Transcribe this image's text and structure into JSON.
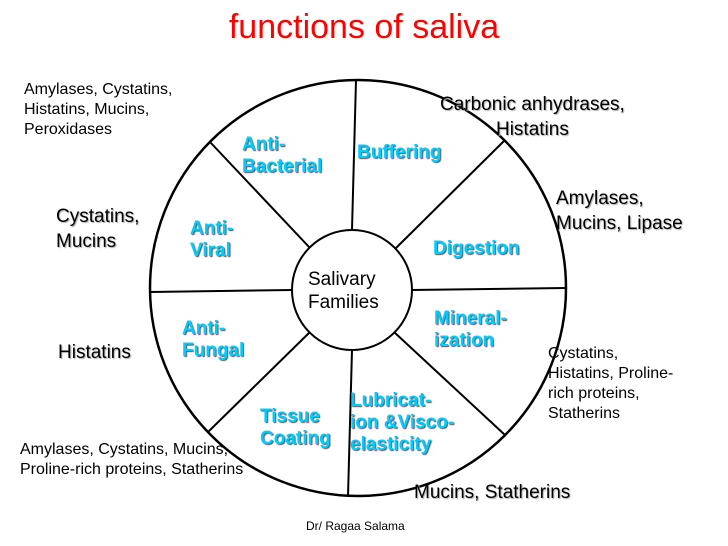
{
  "title": "functions of saliva",
  "colors": {
    "title": "#ff0000",
    "segment_text": "#00ccff",
    "wheel_line": "#000000"
  },
  "center": {
    "line1": "Salivary",
    "line2": "Families"
  },
  "segments": [
    {
      "line1": "Anti-",
      "line2": "Bacterial"
    },
    {
      "line1": "Buffering",
      "line2": ""
    },
    {
      "line1": "Anti-",
      "line2": "Viral"
    },
    {
      "line1": "Digestion",
      "line2": ""
    },
    {
      "line1": "Anti-",
      "line2": "Fungal"
    },
    {
      "line1": "Mineral-",
      "line2": "ization"
    },
    {
      "line1": "Tissue",
      "line2": "Coating"
    },
    {
      "line1": "Lubricat-",
      "line2": "ion &Visco-",
      "line3": "elasticity"
    }
  ],
  "families": [
    {
      "lines": [
        "Amylases, Cystatins,",
        "Histatins, Mucins,",
        "Peroxidases"
      ]
    },
    {
      "lines": [
        "Carbonic anhydrases,",
        "Histatins"
      ]
    },
    {
      "lines": [
        "Amylases,",
        "Mucins, Lipase"
      ]
    },
    {
      "lines": [
        "Cystatins,",
        "Mucins"
      ]
    },
    {
      "lines": [
        "Histatins"
      ]
    },
    {
      "lines": [
        "Cystatins,",
        "Histatins, Proline-",
        "rich proteins,",
        "Statherins"
      ]
    },
    {
      "lines": [
        "Amylases, Cystatins, Mucins,",
        "Proline-rich proteins, Statherins"
      ]
    },
    {
      "lines": [
        "Mucins, Statherins"
      ]
    }
  ],
  "credit": "Dr/ Ragaa Salama"
}
